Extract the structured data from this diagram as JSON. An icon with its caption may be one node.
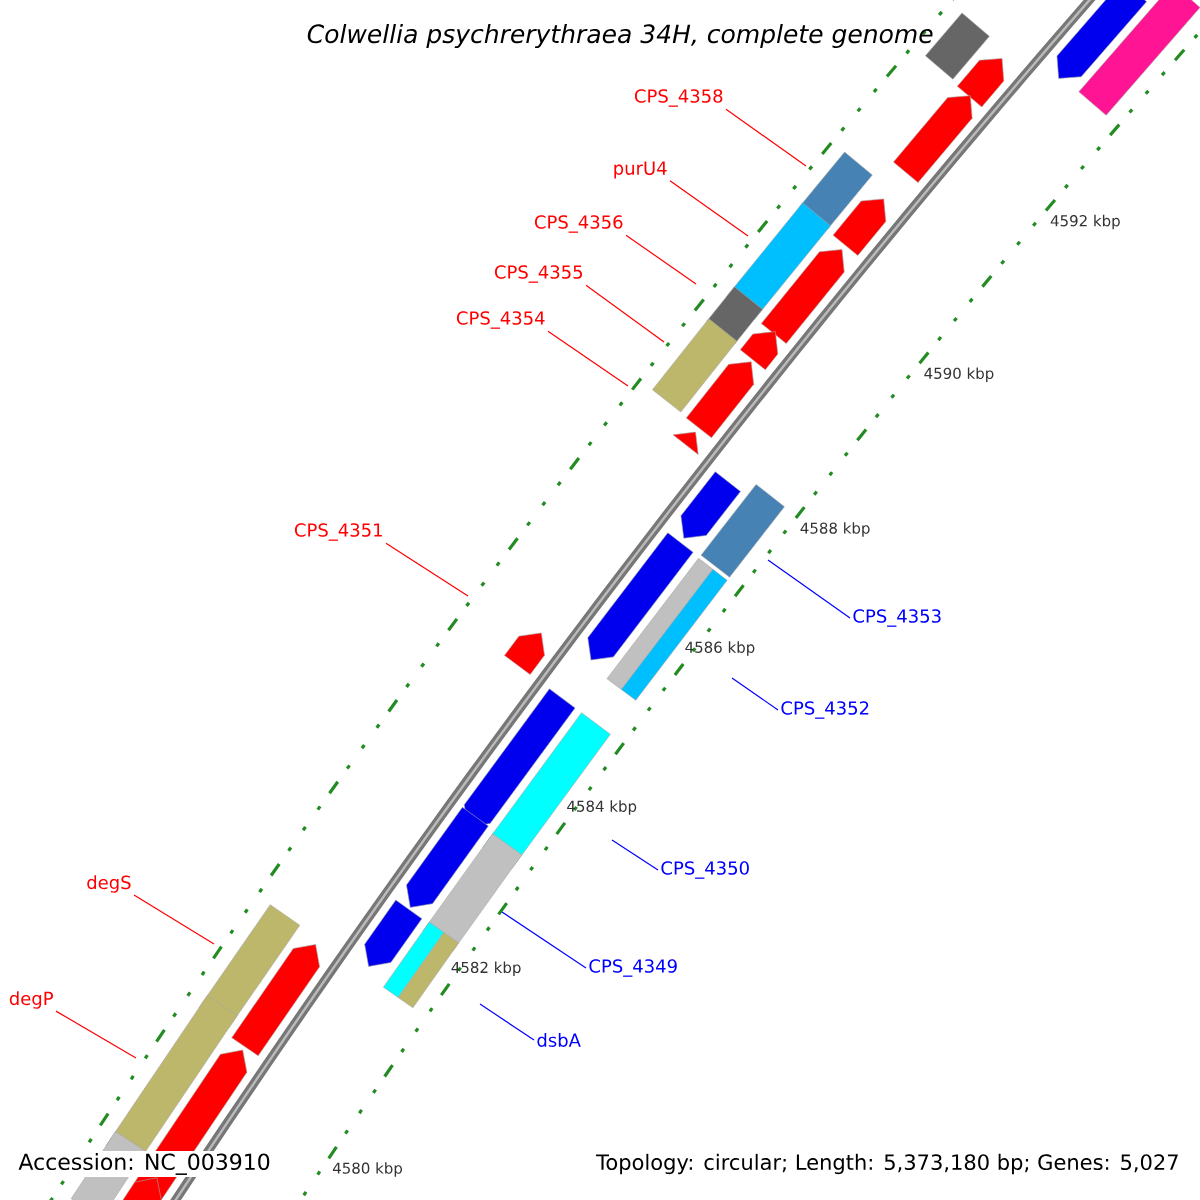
{
  "diagram": {
    "title": "Colwellia psychrerythraea 34H, complete genome",
    "nodes": [
      {
        "text": [
          "CPS_4358"
        ]
      },
      {
        "text": [
          "purU4"
        ]
      },
      {
        "text": [
          "CPS_4356"
        ]
      },
      {
        "text": [
          "CPS_4355"
        ]
      },
      {
        "text": [
          "CPS_4354"
        ]
      },
      {
        "text": [
          "CPS_4351"
        ]
      },
      {
        "text": [
          "CPS_4353"
        ]
      },
      {
        "text": [
          "CPS_4352"
        ]
      },
      {
        "text": [
          "CPS_4350"
        ]
      },
      {
        "text": [
          "degS"
        ]
      },
      {
        "text": [
          "CPS_4349"
        ]
      },
      {
        "text": [
          "degP"
        ]
      },
      {
        "text": [
          "dsbA"
        ]
      }
    ],
    "edges": [
      {
        "from": 0,
        "to": null,
        "arrow": "none"
      },
      {
        "from": 1,
        "to": null,
        "arrow": "none"
      },
      {
        "from": 2,
        "to": null,
        "arrow": "none"
      },
      {
        "from": 3,
        "to": null,
        "arrow": "none"
      },
      {
        "from": 4,
        "to": null,
        "arrow": "none"
      },
      {
        "from": 5,
        "to": null,
        "arrow": "none"
      },
      {
        "from": 6,
        "to": null,
        "arrow": "none",
        "color": "#0000ff"
      },
      {
        "from": 7,
        "to": null,
        "arrow": "none",
        "color": "#0000ff"
      },
      {
        "from": 8,
        "to": null,
        "arrow": "none",
        "color": "#0000ff"
      },
      {
        "from": 9,
        "to": null,
        "arrow": "none"
      },
      {
        "from": 10,
        "to": null,
        "arrow": "none",
        "color": "#0000ff"
      },
      {
        "from": 11,
        "to": null,
        "arrow": "none"
      },
      {
        "from": 12,
        "to": null,
        "arrow": "none",
        "color": "#0000ff"
      }
    ],
    "labels": [
      "4592 kbp",
      "4590 kbp",
      "4588 kbp",
      "4586 kbp",
      "4584 kbp",
      "4582 kbp",
      "4580 kbp",
      "Accession: NC_003910",
      "Topology: circular; Length: 5,373,180 bp; Genes: 5,027"
    ]
  }
}
